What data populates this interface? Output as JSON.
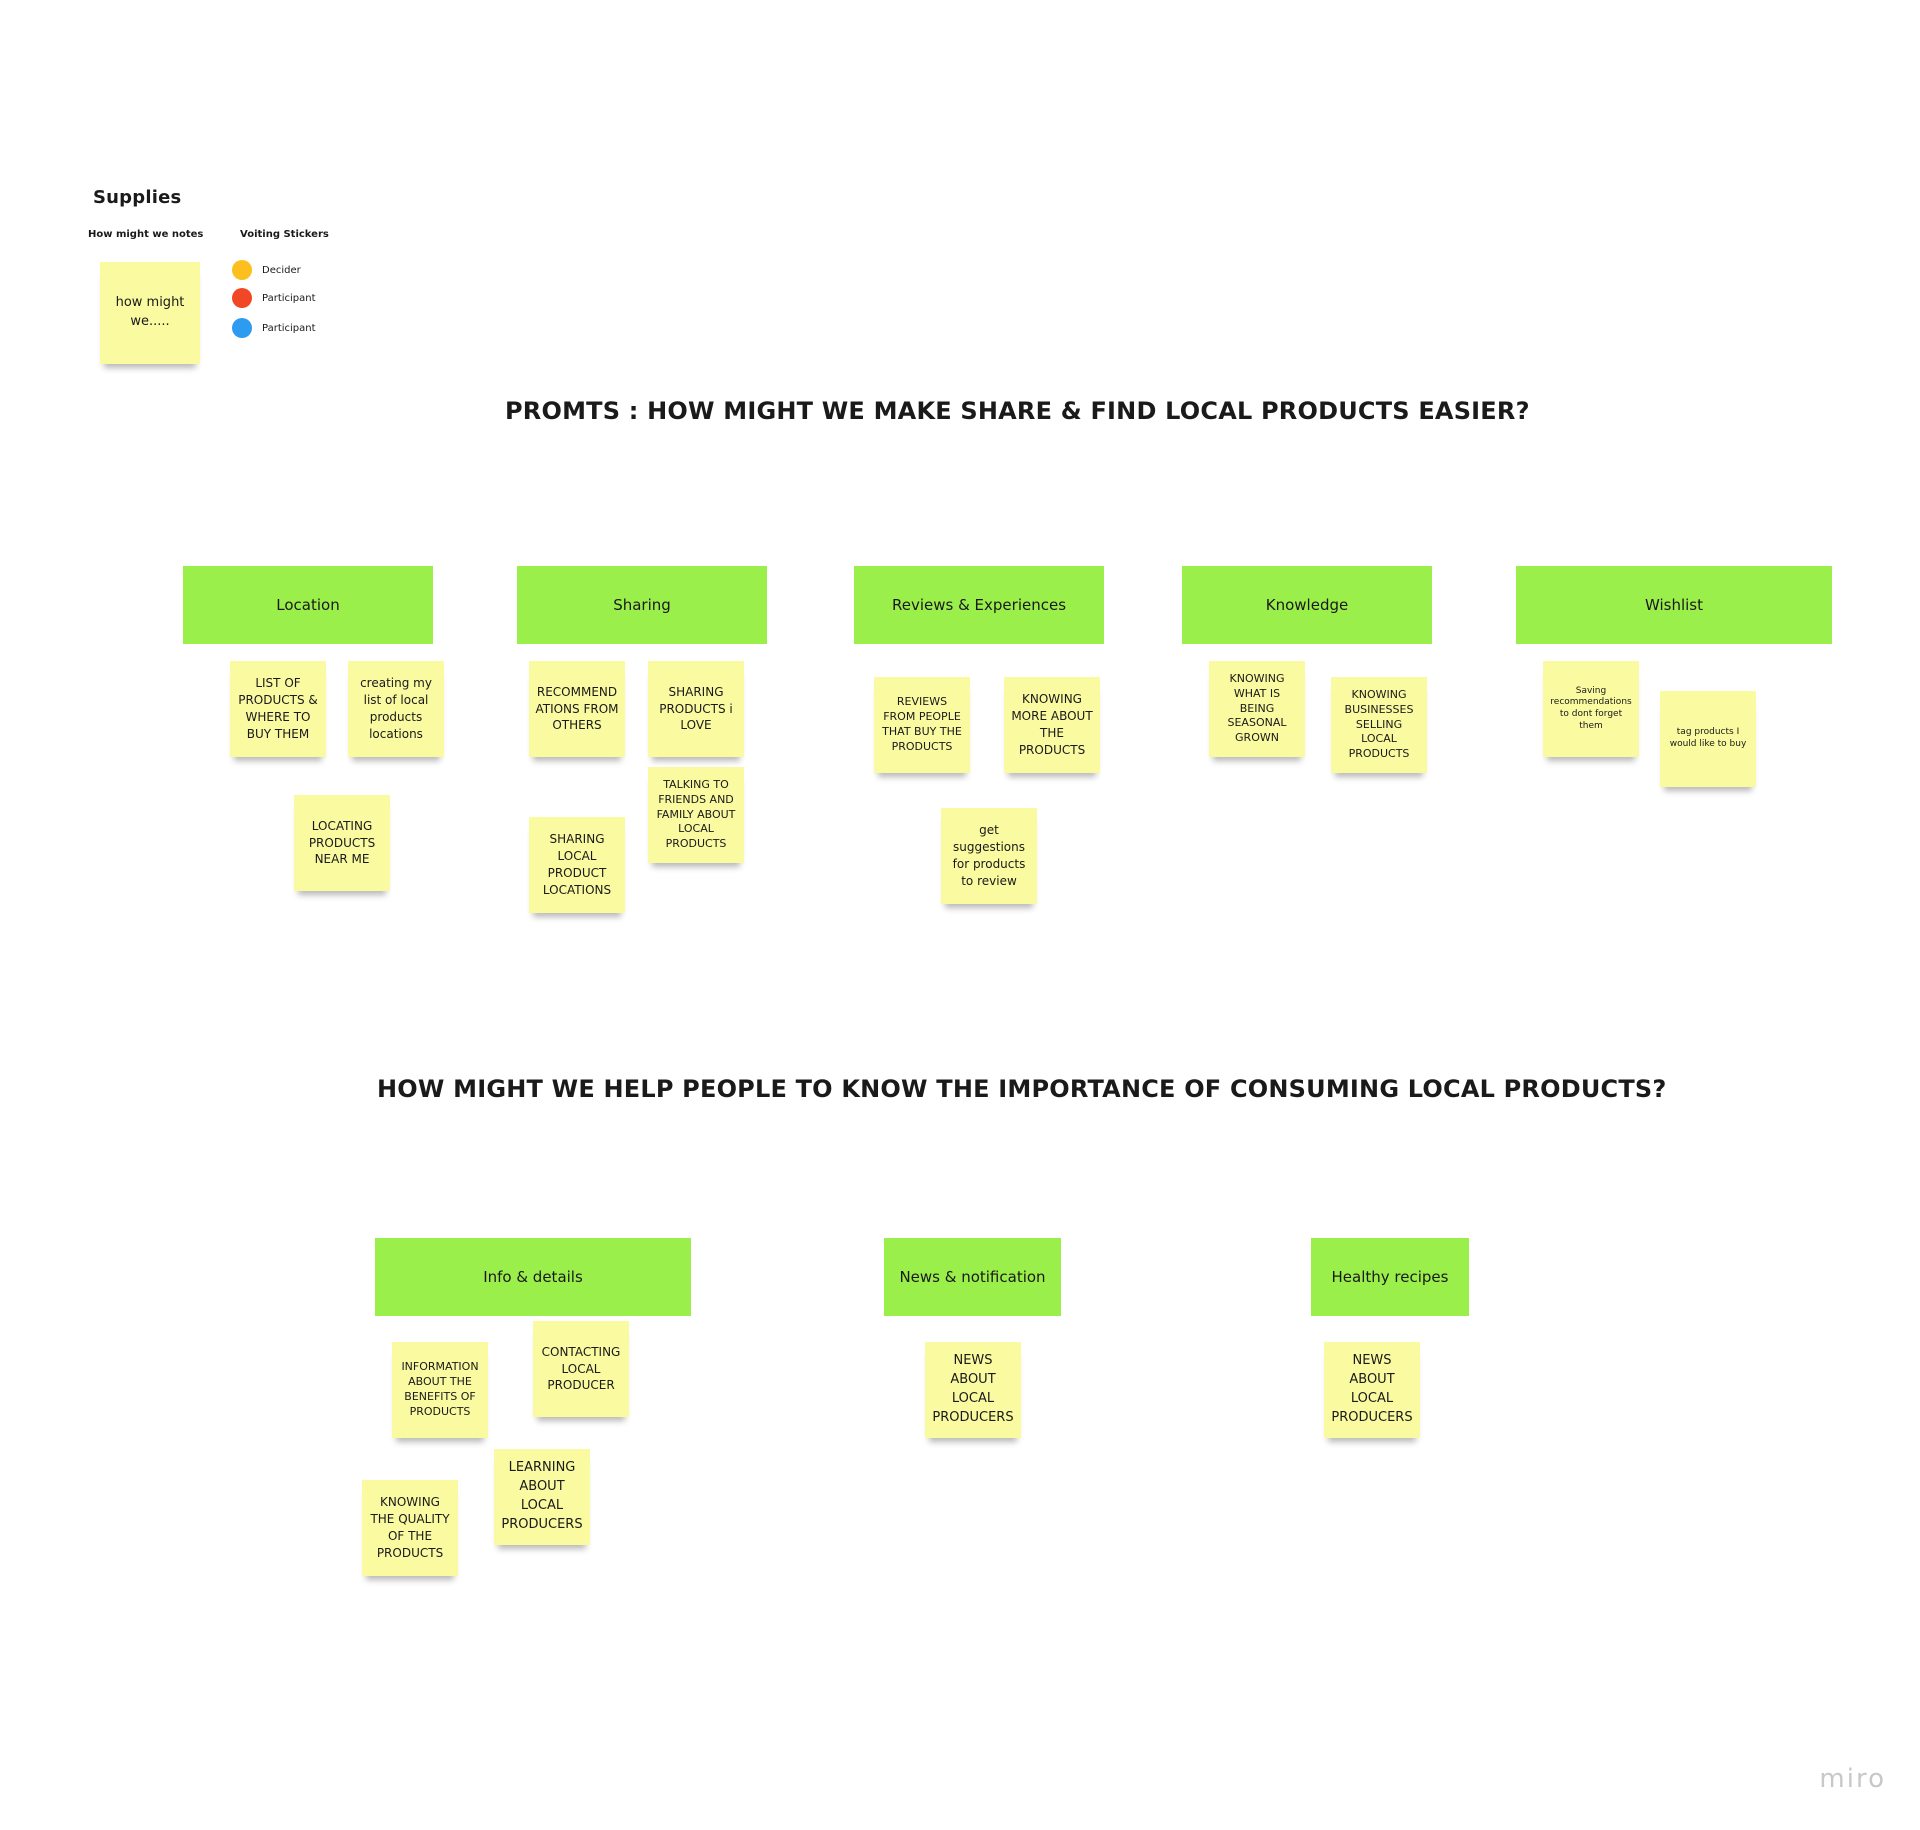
{
  "supplies": {
    "title": "Supplies",
    "hmw_label": "How might we notes",
    "hmw_note": "how might we.....",
    "voting_label": "Voiting Stickers",
    "stickers": [
      {
        "label": "Decider",
        "color": "#fcbf1e"
      },
      {
        "label": "Participant",
        "color": "#f24726"
      },
      {
        "label": "Participant",
        "color": "#2d9bf0"
      }
    ]
  },
  "prompt1": "PROMTS : HOW MIGHT WE  MAKE SHARE & FIND LOCAL PRODUCTS EASIER?",
  "prompt2": "HOW MIGHT WE HELP PEOPLE TO KNOW THE IMPORTANCE OF CONSUMING LOCAL PRODUCTS?",
  "categories": {
    "location": {
      "label": "Location",
      "notes": [
        "LIST OF PRODUCTS & WHERE TO BUY THEM",
        "creating my list of local products locations",
        "LOCATING PRODUCTS NEAR ME"
      ]
    },
    "sharing": {
      "label": "Sharing",
      "notes": [
        "RECOMMEND ATIONS FROM OTHERS",
        "SHARING PRODUCTS i LOVE",
        "TALKING TO FRIENDS AND FAMILY ABOUT LOCAL PRODUCTS",
        "SHARING LOCAL PRODUCT LOCATIONS"
      ]
    },
    "reviews": {
      "label": "Reviews & Experiences",
      "notes": [
        "REVIEWS FROM PEOPLE THAT BUY THE PRODUCTS",
        "KNOWING MORE ABOUT THE PRODUCTS",
        "get suggestions for products to review"
      ]
    },
    "knowledge": {
      "label": "Knowledge",
      "notes": [
        "KNOWING WHAT IS BEING SEASONAL GROWN",
        "KNOWING BUSINESSES SELLING LOCAL PRODUCTS"
      ]
    },
    "wishlist": {
      "label": "Wishlist",
      "notes": [
        "Saving recommendations to dont forget them",
        "tag products I would like to buy"
      ]
    },
    "info": {
      "label": "Info  & details",
      "notes": [
        "INFORMATION ABOUT THE BENEFITS OF PRODUCTS",
        "CONTACTING LOCAL PRODUCER",
        "LEARNING ABOUT LOCAL PRODUCERS",
        "KNOWING THE QUALITY OF THE PRODUCTS"
      ]
    },
    "news": {
      "label": "News & notification",
      "notes": [
        "NEWS ABOUT LOCAL PRODUCERS"
      ]
    },
    "recipes": {
      "label": "Healthy recipes",
      "notes": [
        "NEWS ABOUT LOCAL PRODUCERS"
      ]
    }
  },
  "watermark": "miro"
}
